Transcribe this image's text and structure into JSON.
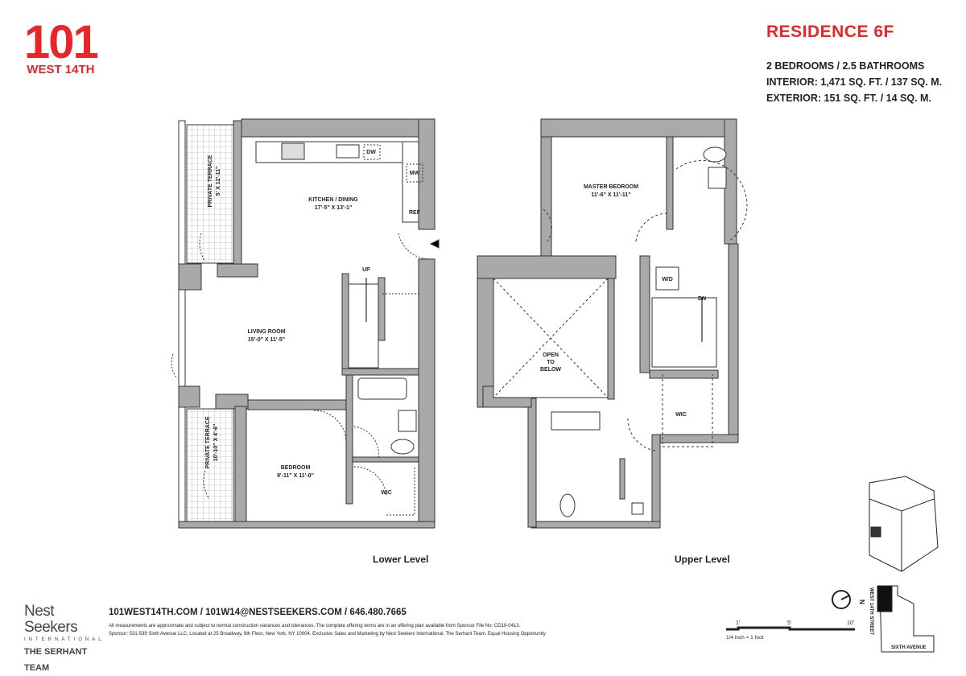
{
  "brand": {
    "number": "101",
    "street": "WEST 14TH",
    "color": "#e8262a"
  },
  "residence": {
    "title": "RESIDENCE 6F",
    "bedrooms": "2 BEDROOMS / 2.5 BATHROOMS",
    "interior": "INTERIOR: 1,471 SQ. FT. / 137 SQ. M.",
    "exterior": "EXTERIOR: 151 SQ. FT. / 14 SQ. M."
  },
  "lower": {
    "label": "Lower Level",
    "rooms": {
      "kitchen": {
        "name": "KITCHEN / DINING",
        "size": "17'-5\" X 13'-1\""
      },
      "living": {
        "name": "LIVING ROOM",
        "size": "15'-0\" X 11'-5\""
      },
      "bedroom": {
        "name": "BEDROOM",
        "size": "9'-11\" X 11'-0\""
      },
      "terrace1": {
        "name": "PRIVATE TERRACE",
        "size": "5' X 12'-11\""
      },
      "terrace2": {
        "name": "PRIVATE TERRACE",
        "size": "10'-10\" X 4'-6\""
      },
      "wic": "WIC",
      "up": "UP",
      "dw": "DW",
      "mw": "MW",
      "ref": "REF"
    }
  },
  "upper": {
    "label": "Upper Level",
    "rooms": {
      "master": {
        "name": "MASTER BEDROOM",
        "size": "11'-6\" X 11'-11\""
      },
      "open1": "OPEN",
      "open2": "TO",
      "open3": "BELOW",
      "wd": "W/D",
      "dn": "DN",
      "wic": "WIC"
    }
  },
  "key": {
    "north": "N",
    "street1": "WEST 14TH STREET",
    "street2": "SIXTH AVENUE",
    "scale": [
      "1'",
      "5'",
      "10'"
    ],
    "scale_note": "1/4 inch = 1 foot"
  },
  "footer": {
    "ns1": "Nest Seekers",
    "ns2": "INTERNATIONAL",
    "ns3": "THE SERHANT TEAM",
    "contact": "101WEST14TH.COM / 101W14@NESTSEEKERS.COM / 646.480.7665",
    "legal1": "All measurements are approximate and subject to normal construction variances and tolerances. The complete offering terms are in an offering plan available from Sponsor File No: CD19-0413.",
    "legal2": "Sponsor: 531-539 Sixth Avenue LLC, Located at 25 Broadway, 9th Floor, New York, NY 10004. Exclusive Sales and Marketing by Nest Seekers International, The Serhant Team. Equal Housing Opportunity"
  }
}
